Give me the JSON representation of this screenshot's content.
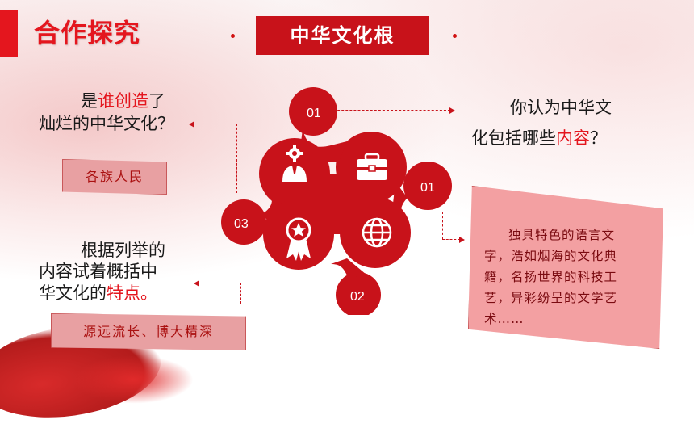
{
  "header": {
    "title": "合作探究",
    "subtitle": "中华文化根"
  },
  "left_top": {
    "q_part1": "是",
    "q_highlight": "谁创造",
    "q_part2": "了",
    "q_line2": "灿烂的中华文化？",
    "answer": "各族人民"
  },
  "left_bottom": {
    "line1": "根据列举的",
    "line2": "内容试着概括中",
    "line3_pre": "华文化的",
    "line3_highlight": "特点。",
    "answer": "源远流长、博大精深"
  },
  "right_top": {
    "line1": "你认为中华文",
    "line2_pre": "化包括哪些",
    "line2_highlight": "内容",
    "line2_post": "？"
  },
  "right_answer": {
    "line1": "独具特色的语言文",
    "line2": "字，浩如烟海的文化典",
    "line3": "籍，名扬世界的科技工",
    "line4": "艺，异彩纷呈的文学艺",
    "line5": "术……"
  },
  "diagram": {
    "color": "#c8121a",
    "labels": {
      "top": "01",
      "right": "01",
      "left": "03",
      "bottom": "02"
    },
    "icons": [
      "worker-gear-icon",
      "briefcase-icon",
      "medal-star-icon",
      "globe-icon"
    ]
  }
}
